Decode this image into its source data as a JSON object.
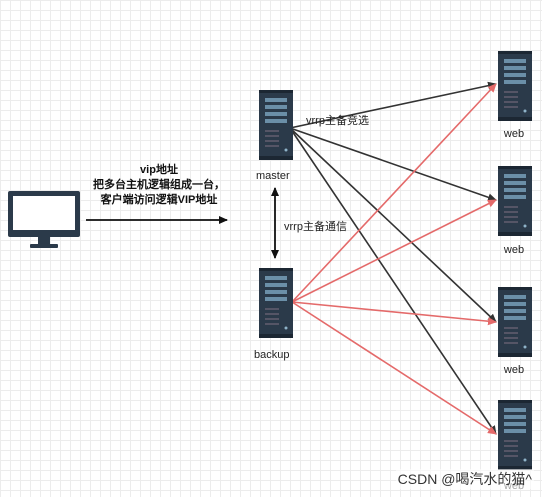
{
  "nodes": {
    "master_label": "master",
    "backup_label": "backup",
    "web_label": "web"
  },
  "vip_box": {
    "title": "vip地址",
    "line1": "把多台主机逻辑组成一台，",
    "line2": "客户端访问逻辑VIP地址"
  },
  "edges": {
    "master_to_web": "vrrp主备竞选",
    "master_backup": "vrrp主备通信"
  },
  "watermark": "CSDN @喝汽水的猫^",
  "colors": {
    "server_dark": "#2b3a4a",
    "server_panel": "#6b8fa8",
    "master_lines": "#333333",
    "backup_lines": "#e46a6a"
  }
}
